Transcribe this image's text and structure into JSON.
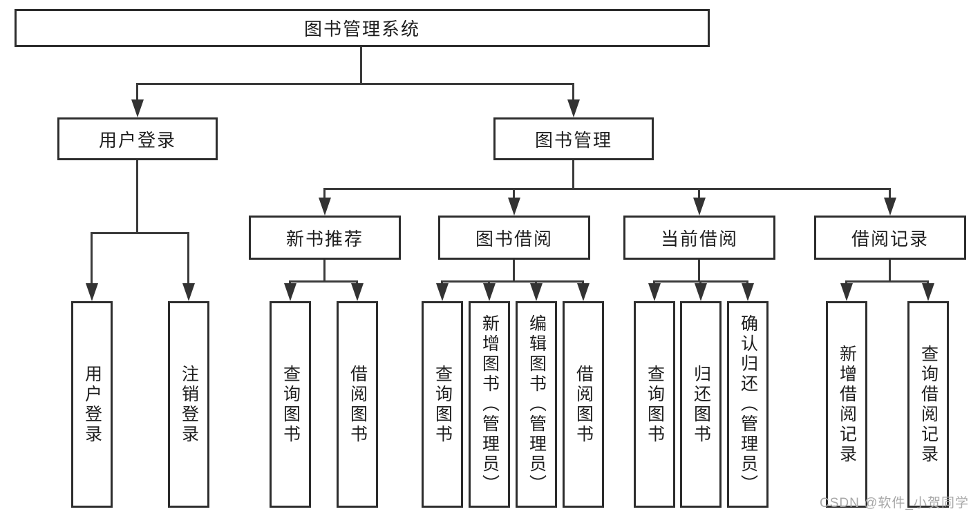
{
  "diagram": {
    "type": "hierarchy-tree",
    "title": "图书管理系统",
    "watermark": "CSDN @软件_小贺同学",
    "colors": {
      "background": "#ffffff",
      "box_fill": "#ffffff",
      "box_border": "#2d2d2d",
      "line": "#3a3a3a",
      "text": "#1e1e1e",
      "watermark": "#a8a8a8"
    }
  },
  "nodes": {
    "root": "图书管理系统",
    "user_login": "用户登录",
    "book_mgmt": "图书管理",
    "new_book_rec": "新书推荐",
    "book_borrow": "图书借阅",
    "current_borrow": "当前借阅",
    "borrow_record": "借阅记录",
    "ul_user_login": "用户登录",
    "ul_logout": "注销登录",
    "nb_query_book": "查询图书",
    "nb_borrow_book": "借阅图书",
    "bb_query_book": "查询图书",
    "bb_add_book": "新增图书（管理员）",
    "bb_edit_book": "编辑图书（管理员）",
    "bb_borrow_book": "借阅图书",
    "cb_query_book": "查询图书",
    "cb_return_book": "归还图书",
    "cb_confirm_return": "确认归还（管理员）",
    "br_add_record": "新增借阅记录",
    "br_query_record": "查询借阅记录"
  },
  "structure": {
    "图书管理系统": [
      "用户登录",
      "图书管理"
    ],
    "用户登录": [
      "用户登录",
      "注销登录"
    ],
    "图书管理": [
      "新书推荐",
      "图书借阅",
      "当前借阅",
      "借阅记录"
    ],
    "新书推荐": [
      "查询图书",
      "借阅图书"
    ],
    "图书借阅": [
      "查询图书",
      "新增图书（管理员）",
      "编辑图书（管理员）",
      "借阅图书"
    ],
    "当前借阅": [
      "查询图书",
      "归还图书",
      "确认归还（管理员）"
    ],
    "借阅记录": [
      "新增借阅记录",
      "查询借阅记录"
    ]
  }
}
